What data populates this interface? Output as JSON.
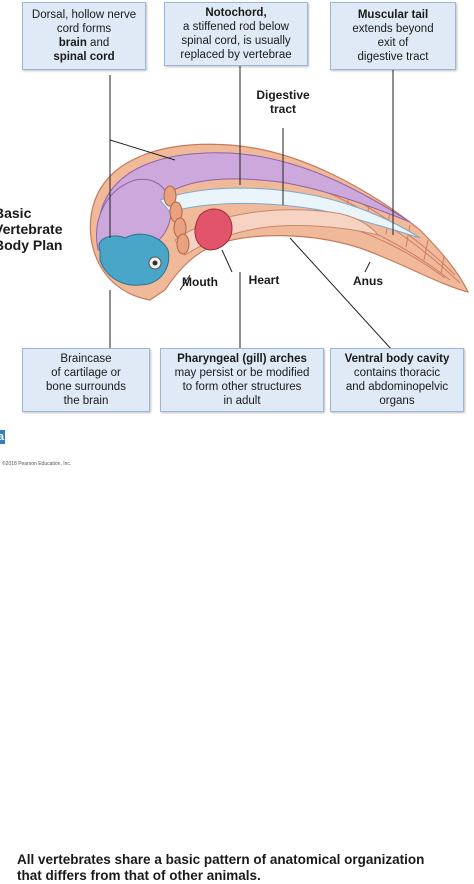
{
  "boxes": {
    "nerve_cord": {
      "line1": "Dorsal, hollow nerve",
      "line2": "cord forms",
      "bold1": "brain",
      "line3": " and",
      "bold2": "spinal cord"
    },
    "notochord": {
      "title": "Notochord,",
      "line1": "a stiffened rod below",
      "line2": "spinal cord, is usually",
      "line3": "replaced by vertebrae"
    },
    "tail": {
      "title": "Muscular tail",
      "line1": "extends beyond",
      "line2": "exit of",
      "line3": "digestive tract"
    },
    "braincase": {
      "line1": "Braincase",
      "line2": "of cartilage or",
      "line3": "bone surrounds",
      "line4": "the brain"
    },
    "pharyngeal": {
      "title": "Pharyngeal (gill) arches",
      "line1": "may persist or be modified",
      "line2": "to form other structures",
      "line3": "in adult"
    },
    "ventral": {
      "title": "Ventral body cavity",
      "line1": "contains thoracic",
      "line2": "and abdominopelvic",
      "line3": "organs"
    }
  },
  "labels": {
    "digestive_tract_1": "Digestive",
    "digestive_tract_2": "tract",
    "mouth": "Mouth",
    "heart": "Heart",
    "anus": "Anus"
  },
  "side_title": {
    "line1": "Basic",
    "line2": "Vertebrate",
    "line3": "Body Plan"
  },
  "caption": {
    "tag": "a",
    "line1": "All vertebrates share a basic pattern of anatomical organization",
    "line2": "that differs from that of other animals."
  },
  "copyright": "©2018 Pearson Education, Inc.",
  "colors": {
    "box_fill": "#dfeaf6",
    "body_skin": "#f0b99a",
    "nerve_cord": "#c9a3d6",
    "braincase": "#4aa6c9",
    "heart": "#e2546a",
    "muscle": "#e8967a"
  }
}
